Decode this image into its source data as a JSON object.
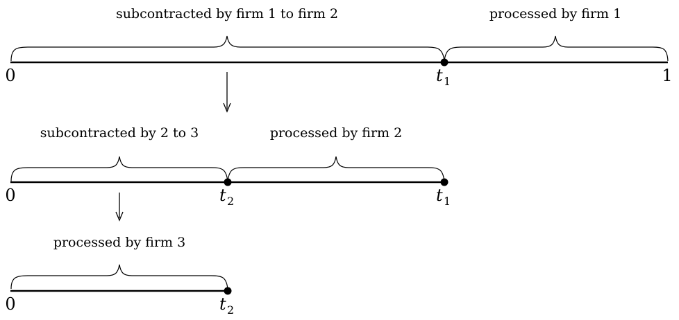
{
  "rows": [
    {
      "labels": {
        "left_brace": "subcontracted by firm 1 to firm 2",
        "right_brace": "processed by firm 1"
      },
      "ticks": {
        "start": "0",
        "mid_var": "t",
        "mid_sub": "1",
        "end": "1"
      }
    },
    {
      "labels": {
        "left_brace": "subcontracted by 2 to 3",
        "right_brace": "processed by firm 2"
      },
      "ticks": {
        "start": "0",
        "mid_var": "t",
        "mid_sub": "2",
        "end_var": "t",
        "end_sub": "1"
      }
    },
    {
      "labels": {
        "brace": "processed by firm 3"
      },
      "ticks": {
        "start": "0",
        "end_var": "t",
        "end_sub": "2"
      }
    }
  ]
}
